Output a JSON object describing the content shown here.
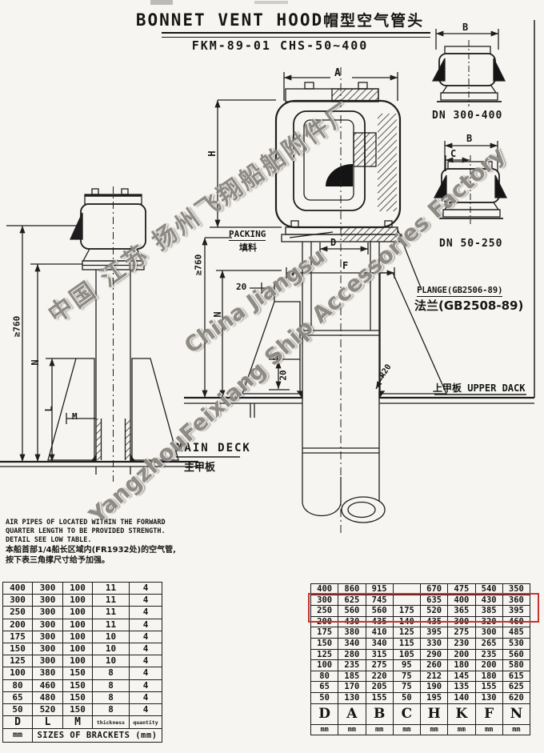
{
  "header": {
    "title_en": "BONNET VENT HOOD",
    "title_zh": "帽型空气管头",
    "subtitle": "FKM-89-01 CHS-50~400"
  },
  "labels": {
    "a": "A",
    "b": "B",
    "c": "C",
    "h": "H",
    "d": "D",
    "f": "F",
    "n": "N",
    "l": "L",
    "m": "M",
    "min760": "≥760",
    "twenty": "20",
    "r20": "R20",
    "dn_300_400": "DN 300-400",
    "dn_50_250": "DN 50-250",
    "packing_en": "PACKING",
    "packing_zh": "填料",
    "flange_en": "FLANGE(GB2506-89)",
    "flange_zh": "法兰(GB2508-89)",
    "upper_deck": "上甲板 UPPER DACK",
    "main_deck_en": "MAIN DECK",
    "main_deck_zh": "主甲板"
  },
  "note": {
    "en_lines": [
      "AIR PIPES OF LOCATED WITHIN THE FORWARD",
      "QUARTER LENGTH TO BE PROVIDED STRENGTH.",
      "DETAIL SEE LOW TABLE."
    ],
    "zh_lines": [
      "本船首部1/4船长区域内(FR1932处)的空气管,",
      "按下表三角撑尺寸给予加强。"
    ]
  },
  "watermark": {
    "line1": "中国 江苏 扬州飞翔船舶附件厂",
    "line2": "China Jiangsu",
    "line3": "YangzhouFeixiang Ship Accessories Factory"
  },
  "left_table": {
    "unit": "mm",
    "header": [
      "D",
      "L",
      "M",
      "thickness",
      "quantity"
    ],
    "footer": "SIZES OF BRACKETS (mm)",
    "rows": [
      [
        400,
        300,
        100,
        11,
        4
      ],
      [
        300,
        300,
        100,
        11,
        4
      ],
      [
        250,
        300,
        100,
        11,
        4
      ],
      [
        200,
        300,
        100,
        11,
        4
      ],
      [
        175,
        300,
        100,
        10,
        4
      ],
      [
        150,
        300,
        100,
        10,
        4
      ],
      [
        125,
        300,
        100,
        10,
        4
      ],
      [
        100,
        380,
        150,
        8,
        4
      ],
      [
        80,
        460,
        150,
        8,
        4
      ],
      [
        65,
        480,
        150,
        8,
        4
      ],
      [
        50,
        520,
        150,
        8,
        4
      ]
    ]
  },
  "right_table": {
    "unit": "mm",
    "header": [
      "D",
      "A",
      "B",
      "C",
      "H",
      "K",
      "F",
      "N"
    ],
    "highlight_rows": [
      300,
      250
    ],
    "rows": [
      [
        400,
        860,
        915,
        "",
        670,
        475,
        540,
        350
      ],
      [
        300,
        625,
        745,
        "",
        635,
        400,
        430,
        360
      ],
      [
        250,
        560,
        560,
        175,
        520,
        365,
        385,
        395
      ],
      [
        200,
        430,
        435,
        140,
        435,
        300,
        320,
        460
      ],
      [
        175,
        380,
        410,
        125,
        395,
        275,
        300,
        485
      ],
      [
        150,
        340,
        340,
        115,
        330,
        230,
        265,
        530
      ],
      [
        125,
        280,
        315,
        105,
        290,
        200,
        235,
        560
      ],
      [
        100,
        235,
        275,
        95,
        260,
        180,
        200,
        580
      ],
      [
        80,
        185,
        220,
        75,
        212,
        145,
        180,
        615
      ],
      [
        65,
        170,
        205,
        75,
        190,
        135,
        155,
        625
      ],
      [
        50,
        130,
        155,
        50,
        195,
        140,
        130,
        620
      ]
    ]
  },
  "colors": {
    "ink": "#1c1c1c",
    "paper": "#f6f5f1",
    "highlight": "#c8332e"
  }
}
